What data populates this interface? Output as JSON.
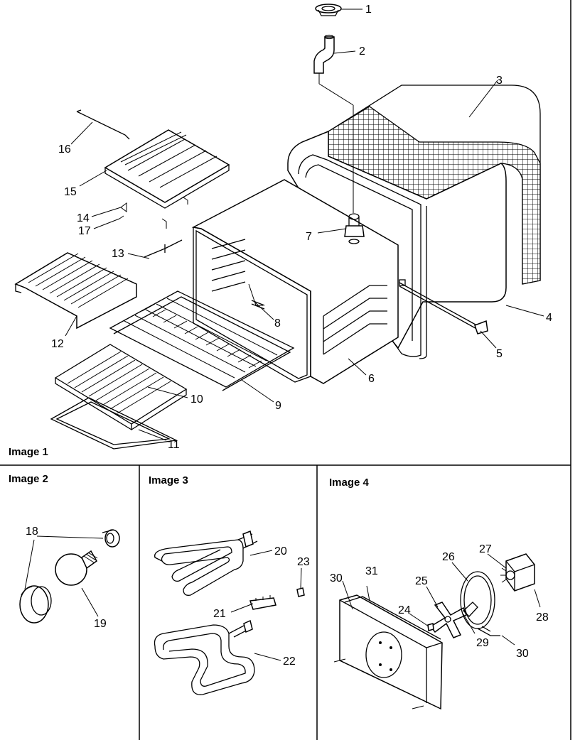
{
  "panels": [
    {
      "caption": "Image 1"
    },
    {
      "caption": "Image 2"
    },
    {
      "caption": "Image 3"
    },
    {
      "caption": "Image 4"
    }
  ],
  "callouts": [
    "1",
    "2",
    "3",
    "4",
    "5",
    "6",
    "7",
    "8",
    "9",
    "10",
    "11",
    "12",
    "13",
    "14",
    "15",
    "16",
    "17",
    "18",
    "19",
    "20",
    "21",
    "22",
    "23",
    "24",
    "25",
    "26",
    "27",
    "28",
    "29",
    "30",
    "30",
    "31"
  ]
}
